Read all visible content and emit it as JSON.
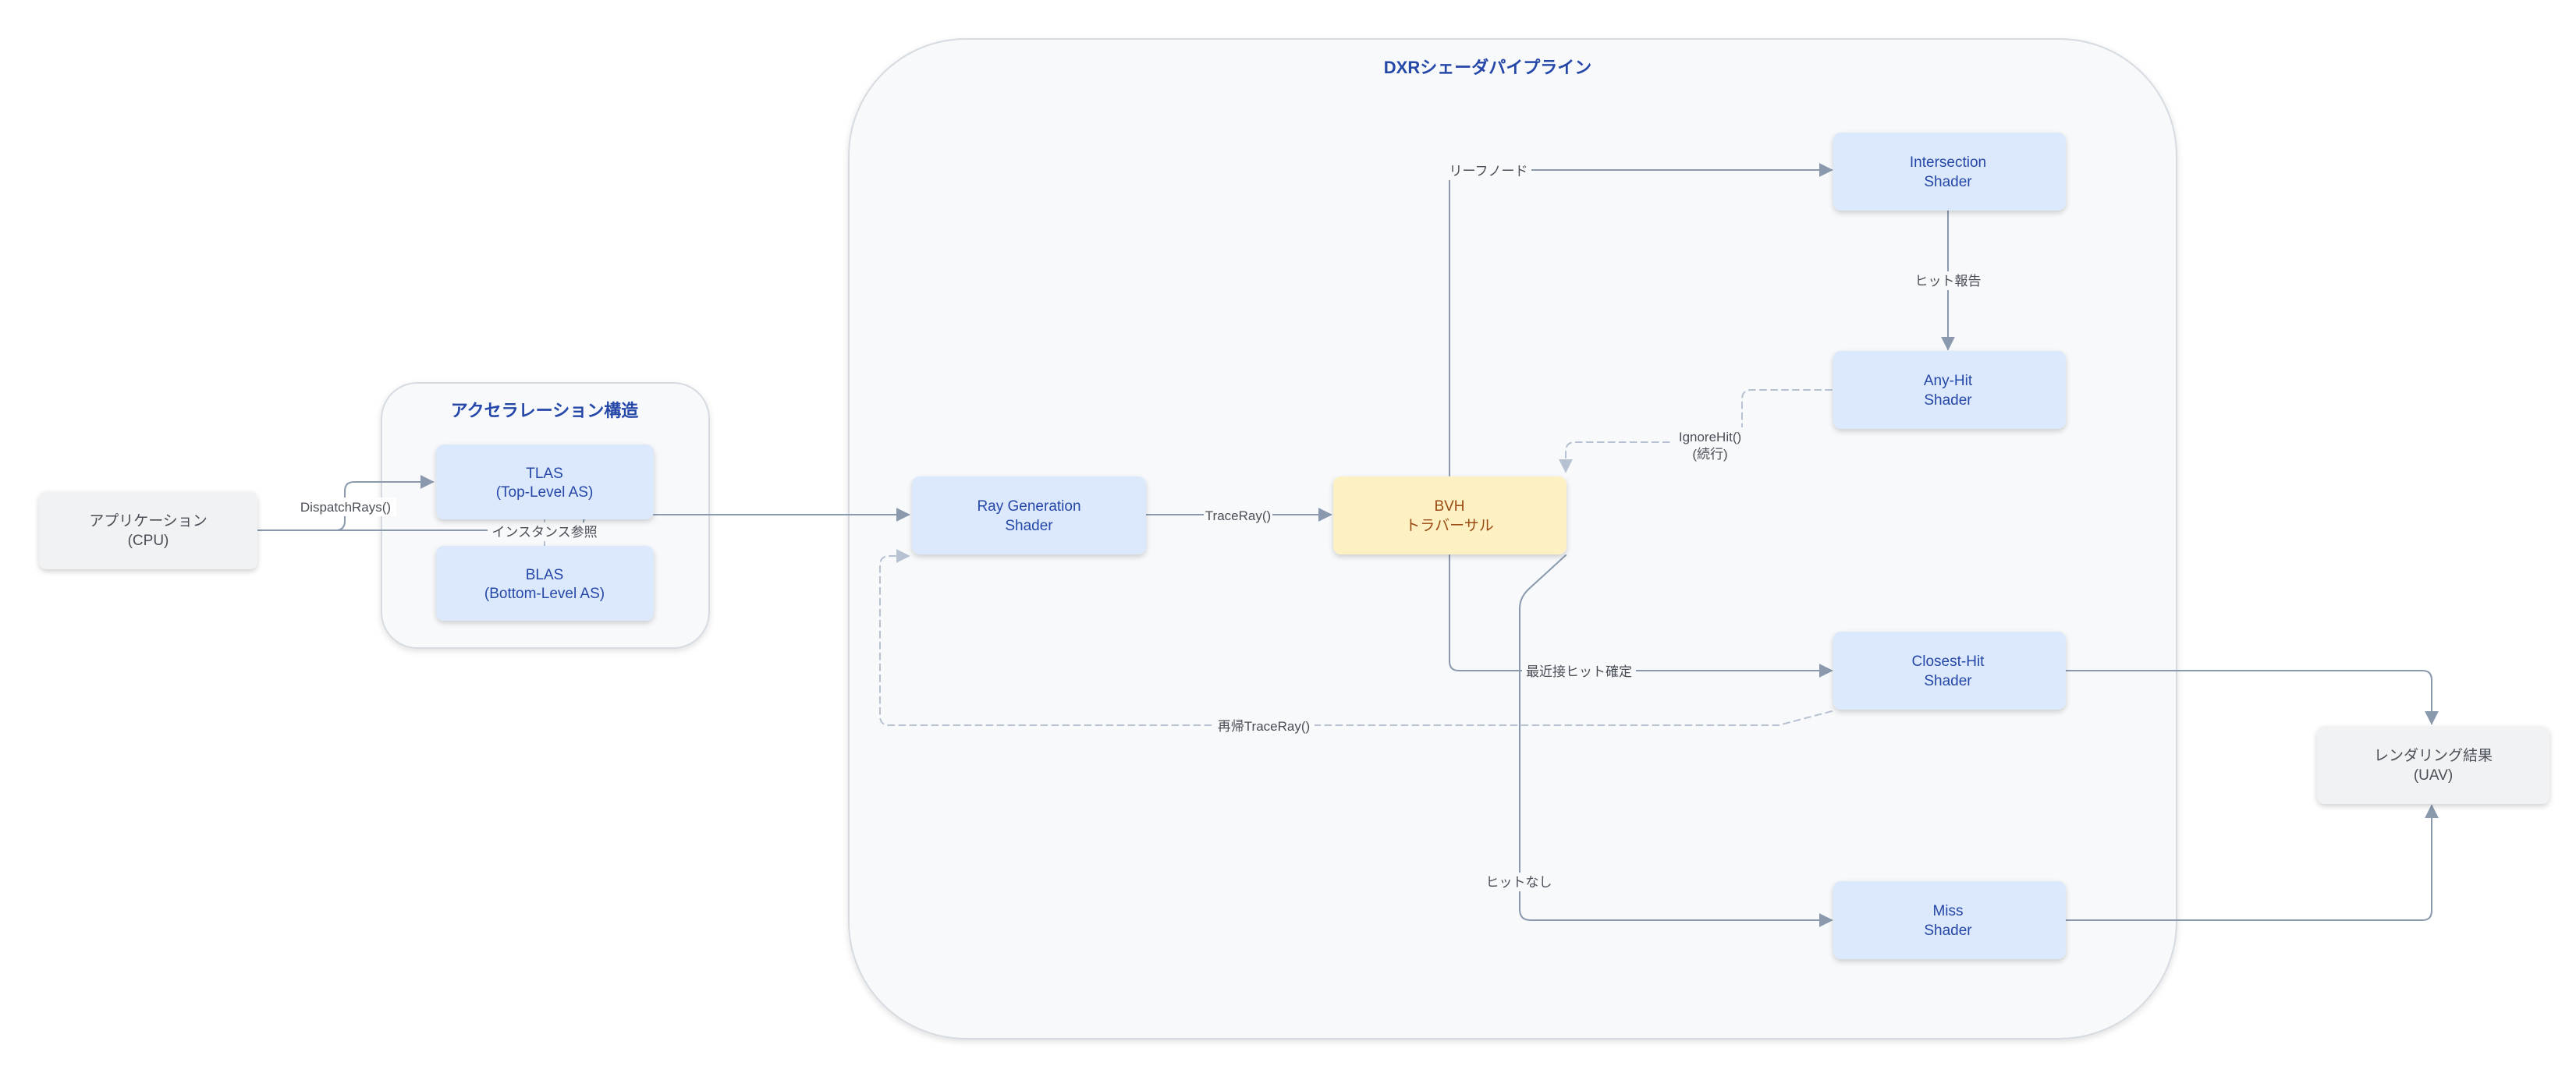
{
  "groups": {
    "pipeline": "DXRシェーダパイプライン",
    "accel": "アクセラレーション構造"
  },
  "nodes": {
    "app": [
      "アプリケーション",
      "(CPU)"
    ],
    "tlas": [
      "TLAS",
      "(Top-Level AS)"
    ],
    "blas": [
      "BLAS",
      "(Bottom-Level AS)"
    ],
    "raygen": [
      "Ray Generation",
      "Shader"
    ],
    "bvh": [
      "BVH",
      "トラバーサル"
    ],
    "intersection": [
      "Intersection",
      "Shader"
    ],
    "anyhit": [
      "Any-Hit",
      "Shader"
    ],
    "closesthit": [
      "Closest-Hit",
      "Shader"
    ],
    "miss": [
      "Miss",
      "Shader"
    ],
    "result": [
      "レンダリング結果",
      "(UAV)"
    ]
  },
  "edges": {
    "dispatch": "DispatchRays()",
    "instance": "インスタンス参照",
    "traceray": "TraceRay()",
    "leaf": "リーフノード",
    "hit_report": "ヒット報告",
    "ignore_hit": [
      "IgnoreHit()",
      "(続行)"
    ],
    "closest": "最近接ヒット確定",
    "recursive": "再帰TraceRay()",
    "no_hit": "ヒットなし"
  },
  "colors": {
    "edge": "#8a99ae",
    "edge_dashed": "#b6c2d2",
    "shader_fill": "#dce9fc",
    "shader_text": "#2547a8",
    "bvh_fill": "#fdf1c4",
    "bvh_text": "#9a4a12",
    "io_fill": "#f1f2f3",
    "io_text": "#4a4f57",
    "group_fill": "#f7f9fb",
    "group_stroke": "#d6dbe2"
  }
}
